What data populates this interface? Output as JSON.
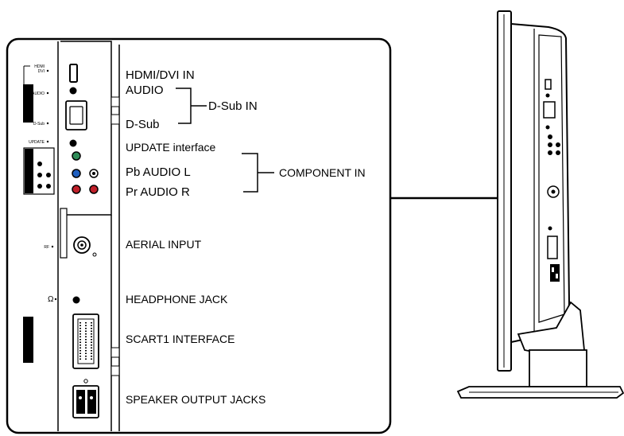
{
  "panel_labels": {
    "hdmi_dvi_in": "HDMI/DVI IN",
    "audio": "AUDIO",
    "d_sub": "D-Sub",
    "d_sub_in": "D-Sub IN",
    "update_interface": "UPDATE interface",
    "pb_audio_l": "Pb  AUDIO L",
    "pr_audio_r": "Pr  AUDIO R",
    "component_in": "COMPONENT IN",
    "aerial_input": "AERIAL INPUT",
    "headphone_jack": "HEADPHONE JACK",
    "scart1_interface": "SCART1 INTERFACE",
    "speaker_output_jacks": "SPEAKER OUTPUT JACKS"
  },
  "tiny_labels": {
    "hdmi": "HDMI",
    "dvi": "DVI",
    "audio_small": "AUDIO",
    "dsub_small": "D-Sub",
    "update_small": "UPDATE",
    "rf": "RF"
  },
  "colors": {
    "line": "#000000",
    "background": "#ffffff",
    "jack_green": "#2e8b57",
    "jack_blue": "#1f5fbf",
    "jack_red": "#c0202a"
  }
}
